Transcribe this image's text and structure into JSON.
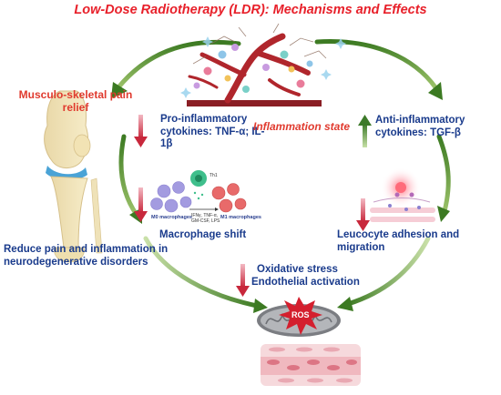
{
  "title": "Low-Dose Radiotherapy (LDR): Mechanisms and Effects",
  "labels": {
    "pain_relief": "Musculo-skeletal pain relief",
    "pro_inflammatory": "Pro-inflammatory cytokines: TNF-α; IL-1β",
    "inflammation_state": "Inflammation state",
    "anti_inflammatory": "Anti-inflammatory cytokines: TGF-β",
    "macrophage_shift": "Macrophage shift",
    "leucocyte": "Leucocyte adhesion and migration",
    "neuro": "Reduce pain and inflammation in neurodegenerative disorders",
    "oxidative": "Oxidative stress",
    "endothelial": "Endothelial activation",
    "ros": "ROS"
  },
  "macrophage_panel": {
    "th1": "Th1",
    "stimuli": "IFNγ, TNF-α, GM-CSF, LPS",
    "m0": "M0 macrophages",
    "m1": "M1 macrophages"
  },
  "colors": {
    "title_red": "#e8202a",
    "label_blue": "#1a3b8c",
    "arrow_green": "#4a8a2a",
    "arrow_down_red": "#c8283c",
    "arrow_up_green": "#3d7a2a"
  }
}
